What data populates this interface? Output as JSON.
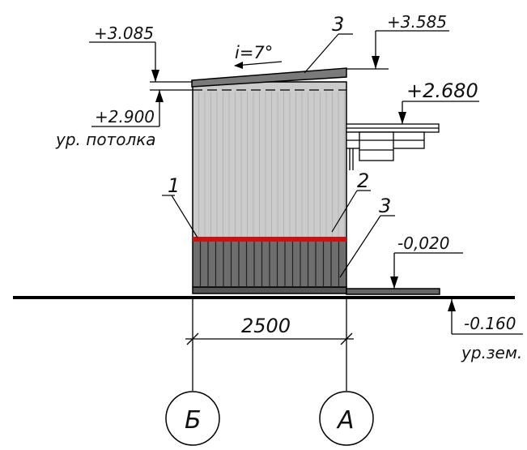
{
  "elevations": {
    "roof_top": "+3.585",
    "roof_low": "+3.085",
    "ceiling": "+2.900",
    "ceiling_caption": "ур. потолка",
    "canopy": "+2.680",
    "plinth": "-0,020",
    "ground": "-0.160",
    "ground_caption": "ур.зем."
  },
  "slope_label": "i=7°",
  "callouts": {
    "roof": "3",
    "band": "1",
    "wall": "2",
    "plinth": "3"
  },
  "dimension": "2500",
  "axes": [
    "Б",
    "А"
  ],
  "colors": {
    "wall_fill": "#cbcbcb",
    "plinth_fill": "#6e6e6e",
    "roof_fill": "#7a7a7a",
    "band": "#cc1111",
    "ink": "#000000"
  }
}
